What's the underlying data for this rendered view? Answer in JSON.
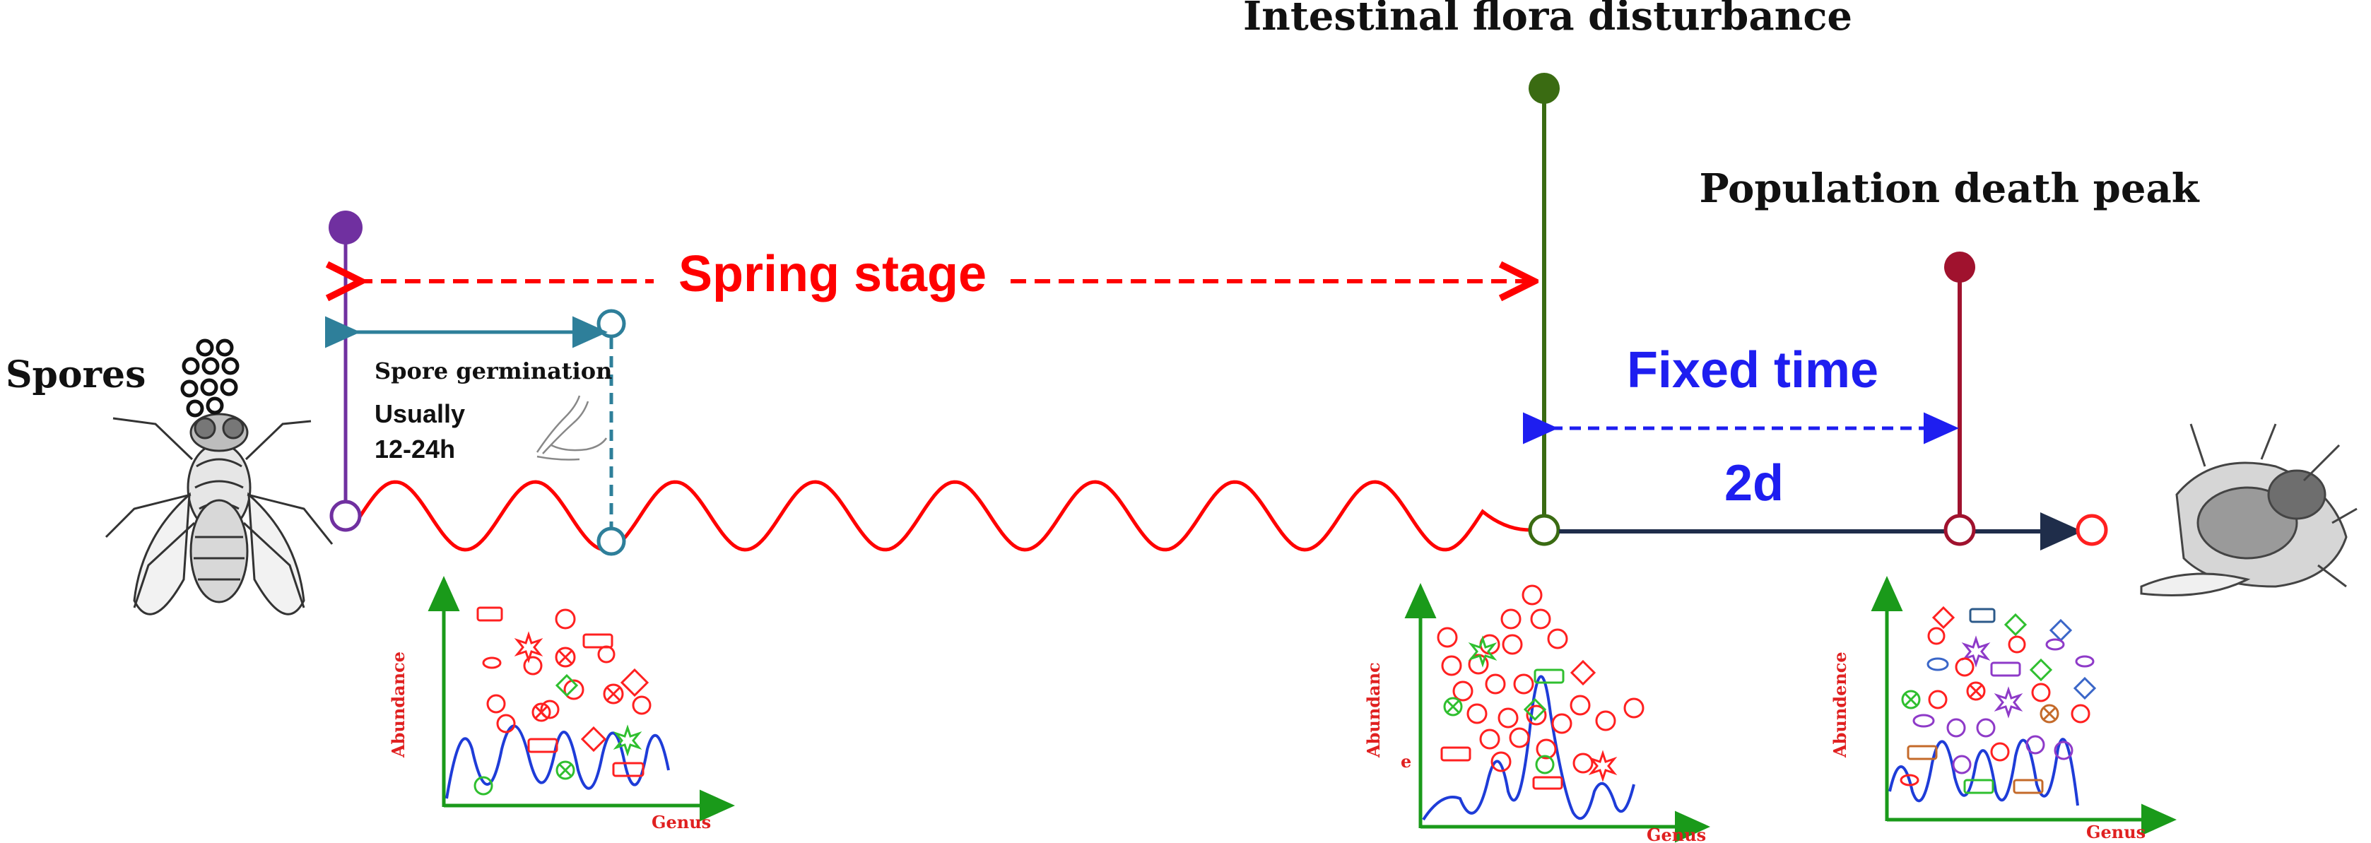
{
  "labels": {
    "spores": "Spores",
    "spring_stage": "Spring stage",
    "spore_germination": "Spore germination",
    "usually_line1": "Usually",
    "usually_line2": "12-24h",
    "intestinal_flora_disturbance": "Intestinal flora disturbance",
    "population_death_peak": "Population death peak",
    "fixed_time": "Fixed time",
    "duration": "2d"
  },
  "plots": [
    {
      "ylabel": "Abundance",
      "xlabel": "Genus"
    },
    {
      "ylabel": "Abundanc",
      "ylabel_suffix": "e",
      "xlabel": "Genus"
    },
    {
      "ylabel": "Abundence",
      "xlabel": "Genus"
    }
  ],
  "colors": {
    "wave": "#ff0000",
    "spring_arrow": "#ff0000",
    "germination": "#2e7f9a",
    "spore_marker": "#7030a0",
    "flora_marker": "#3a6b12",
    "death_marker": "#a0122e",
    "fixed_time": "#1e1ef0",
    "timeline": "#1f2d4a",
    "axis": "#1a9a1a",
    "curve": "#1e3cd8",
    "points": "#ff2020"
  },
  "icons": [
    "spores-cluster-icon",
    "fly-icon",
    "germinating-hypha-icon",
    "dead-fly-icon"
  ]
}
